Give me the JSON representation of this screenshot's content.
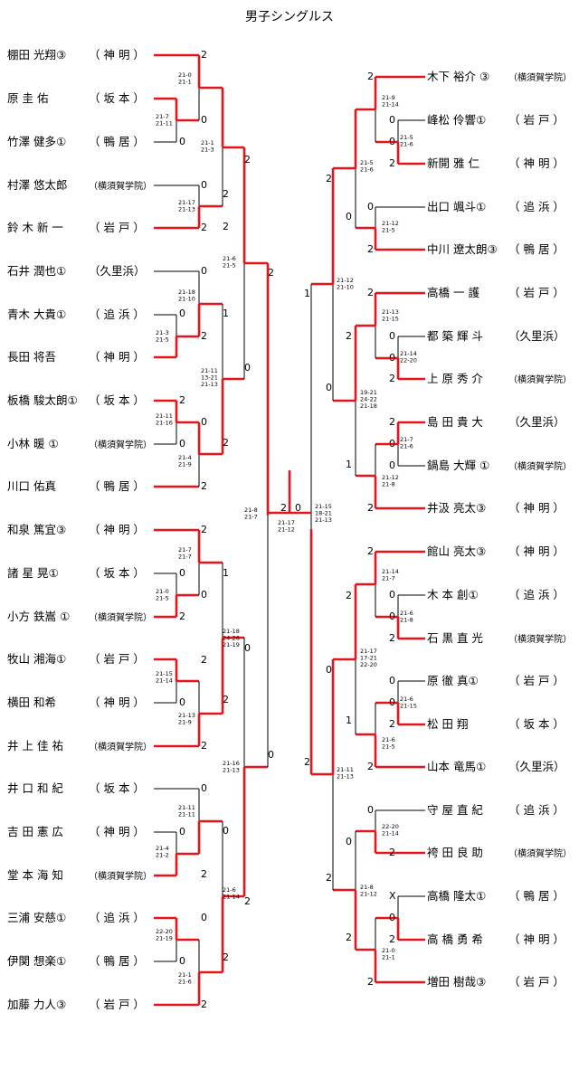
{
  "title": "男子シングルス",
  "colors": {
    "winner": "#e8141c",
    "line": "#000000"
  },
  "left_players": [
    {
      "name": "棚田 光翔③",
      "school": "（ 神 明 ）"
    },
    {
      "name": "原 圭 佑",
      "school": "（ 坂 本 ）"
    },
    {
      "name": "竹澤 健多①",
      "school": "（ 鴨 居 ）"
    },
    {
      "name": "村澤 悠太郎",
      "school": "（横須賀学院）"
    },
    {
      "name": "鈴 木 新 一",
      "school": "（ 岩 戸 ）"
    },
    {
      "name": "石井 潤也①",
      "school": "（久里浜）"
    },
    {
      "name": "青木 大貴①",
      "school": "（ 追 浜 ）"
    },
    {
      "name": "長田 将吾",
      "school": "（ 神 明 ）"
    },
    {
      "name": "板橋 駿太朗①",
      "school": "（ 坂 本 ）"
    },
    {
      "name": "小林 暖 ①",
      "school": "（横須賀学院）"
    },
    {
      "name": "川口 佑真",
      "school": "（ 鴨 居 ）"
    },
    {
      "name": "和泉 篤宜③",
      "school": "（ 神 明 ）"
    },
    {
      "name": "諸 星 晃①",
      "school": "（ 坂 本 ）"
    },
    {
      "name": "小方 鉄嵩 ①",
      "school": "（横須賀学院）"
    },
    {
      "name": "牧山 湘海①",
      "school": "（ 岩 戸 ）"
    },
    {
      "name": "横田 和希",
      "school": "（ 神 明 ）"
    },
    {
      "name": "井 上 佳 祐",
      "school": "（横須賀学院）"
    },
    {
      "name": "井 口 和 紀",
      "school": "（ 坂 本 ）"
    },
    {
      "name": "吉 田 憲 広",
      "school": "（ 神 明 ）"
    },
    {
      "name": "堂 本 海 知",
      "school": "（横須賀学院）"
    },
    {
      "name": "三浦 安慈①",
      "school": "（ 追 浜 ）"
    },
    {
      "name": "伊関 想楽①",
      "school": "（ 鴨 居 ）"
    },
    {
      "name": "加藤 力人③",
      "school": "（ 岩 戸 ）"
    }
  ],
  "right_players": [
    {
      "name": "木下 裕介 ③",
      "school": "（横須賀学院）"
    },
    {
      "name": "峰松 伶響①",
      "school": "（ 岩 戸 ）"
    },
    {
      "name": "新開 雅 仁",
      "school": "（ 神 明 ）"
    },
    {
      "name": "出口 颯斗①",
      "school": "（ 追 浜 ）"
    },
    {
      "name": "中川 遼太朗③",
      "school": "（ 鴨 居 ）"
    },
    {
      "name": "高橋 一 護",
      "school": "（ 岩 戸 ）"
    },
    {
      "name": "都 築 輝 斗",
      "school": "（久里浜）"
    },
    {
      "name": "上 原 秀 介",
      "school": "（横須賀学院）"
    },
    {
      "name": "島 田 貴 大",
      "school": "（久里浜）"
    },
    {
      "name": "鍋島 大輝 ①",
      "school": "（横須賀学院）"
    },
    {
      "name": "井汲 亮太③",
      "school": "（ 神 明 ）"
    },
    {
      "name": "館山 亮太③",
      "school": "（ 神 明 ）"
    },
    {
      "name": "木 本 創①",
      "school": "（ 追 浜 ）"
    },
    {
      "name": "石 黒 直 光",
      "school": "（横須賀学院）"
    },
    {
      "name": "原 徹 真①",
      "school": "（ 岩 戸 ）"
    },
    {
      "name": "松 田 翔",
      "school": "（ 坂 本 ）"
    },
    {
      "name": "山本 竜馬①",
      "school": "（久里浜）"
    },
    {
      "name": "守 屋 直 紀",
      "school": "（ 追 浜 ）"
    },
    {
      "name": "袴 田 良 助",
      "school": "（横須賀学院）"
    },
    {
      "name": "高橋 隆太①",
      "school": "（ 鴨 居 ）"
    },
    {
      "name": "高 橋 勇 希",
      "school": "（ 神 明 ）"
    },
    {
      "name": "増田 樹哉③",
      "school": "（ 岩 戸 ）"
    }
  ],
  "set_scores": [
    [
      "21-0",
      "21-1"
    ],
    [
      "21-7",
      "21-11"
    ],
    [
      "21-1",
      "21-3"
    ],
    [
      "21-17",
      "21-13"
    ],
    [
      "21-6",
      "21-5"
    ],
    [
      "21-18",
      "21-10"
    ],
    [
      "21-3",
      "21-5"
    ],
    [
      "21-11",
      "13-21",
      "21-13"
    ],
    [
      "21-11",
      "21-16"
    ],
    [
      "21-4",
      "21-9"
    ],
    [
      "21-8",
      "21-7"
    ],
    [
      "21-17",
      "21-12"
    ],
    [
      "21-15",
      "18-21",
      "21-13"
    ],
    [
      "21-7",
      "21-7"
    ],
    [
      "21-0",
      "21-5"
    ],
    [
      "21-18",
      "24-26",
      "21-19"
    ],
    [
      "21-15",
      "21-14"
    ],
    [
      "21-13",
      "21-9"
    ],
    [
      "21-16",
      "21-13"
    ],
    [
      "21-11",
      "21-11"
    ],
    [
      "21-4",
      "21-2"
    ],
    [
      "21-6",
      "21-14"
    ],
    [
      "22-20",
      "21-19"
    ],
    [
      "21-1",
      "21-6"
    ],
    [
      "21-9",
      "21-14"
    ],
    [
      "21-5",
      "21-6"
    ],
    [
      "21-5",
      "21-6"
    ],
    [
      "21-12",
      "21-5"
    ],
    [
      "21-12",
      "21-10"
    ],
    [
      "21-13",
      "21-15"
    ],
    [
      "21-14",
      "22-20"
    ],
    [
      "19-21",
      "24-22",
      "21-18"
    ],
    [
      "21-7",
      "21-6"
    ],
    [
      "21-12",
      "21-8"
    ],
    [
      "21-14",
      "21-7"
    ],
    [
      "21-6",
      "21-8"
    ],
    [
      "21-17",
      "17-21",
      "22-20"
    ],
    [
      "21-6",
      "21-15"
    ],
    [
      "21-6",
      "21-5"
    ],
    [
      "21-11",
      "21-13"
    ],
    [
      "22-20",
      "21-14"
    ],
    [
      "21-8",
      "21-12"
    ],
    [
      "21-0",
      "21-1"
    ]
  ],
  "game_counts": [
    "2",
    "0",
    "1",
    "X"
  ]
}
